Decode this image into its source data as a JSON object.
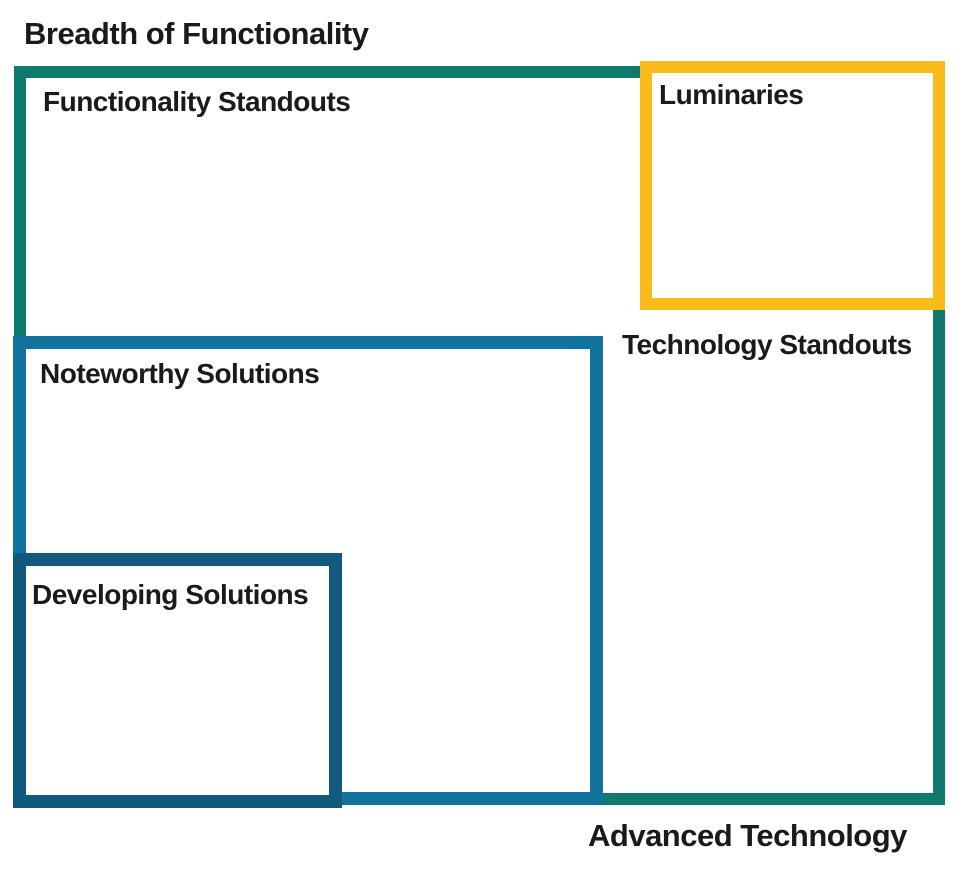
{
  "diagram": {
    "type": "quadrant-matrix",
    "axes": {
      "y_label": "Breadth of Functionality",
      "x_label": "Advanced Technology"
    },
    "regions": {
      "functionality_standouts": {
        "label": "Functionality Standouts",
        "border_color": "#0d7a6d"
      },
      "luminaries": {
        "label": "Luminaries",
        "border_color": "#f8bb1a"
      },
      "technology_standouts": {
        "label": "Technology Standouts",
        "border_color": "#0d7a6d"
      },
      "noteworthy_solutions": {
        "label": "Noteworthy Solutions",
        "border_color": "#11749f"
      },
      "developing_solutions": {
        "label": "Developing Solutions",
        "border_color": "#115a7d"
      }
    },
    "colors": {
      "teal": "#0d7a6d",
      "yellow": "#f8bb1a",
      "blue": "#11749f",
      "dark_blue": "#115a7d",
      "text": "#1a1a1a",
      "background": "#ffffff"
    }
  }
}
